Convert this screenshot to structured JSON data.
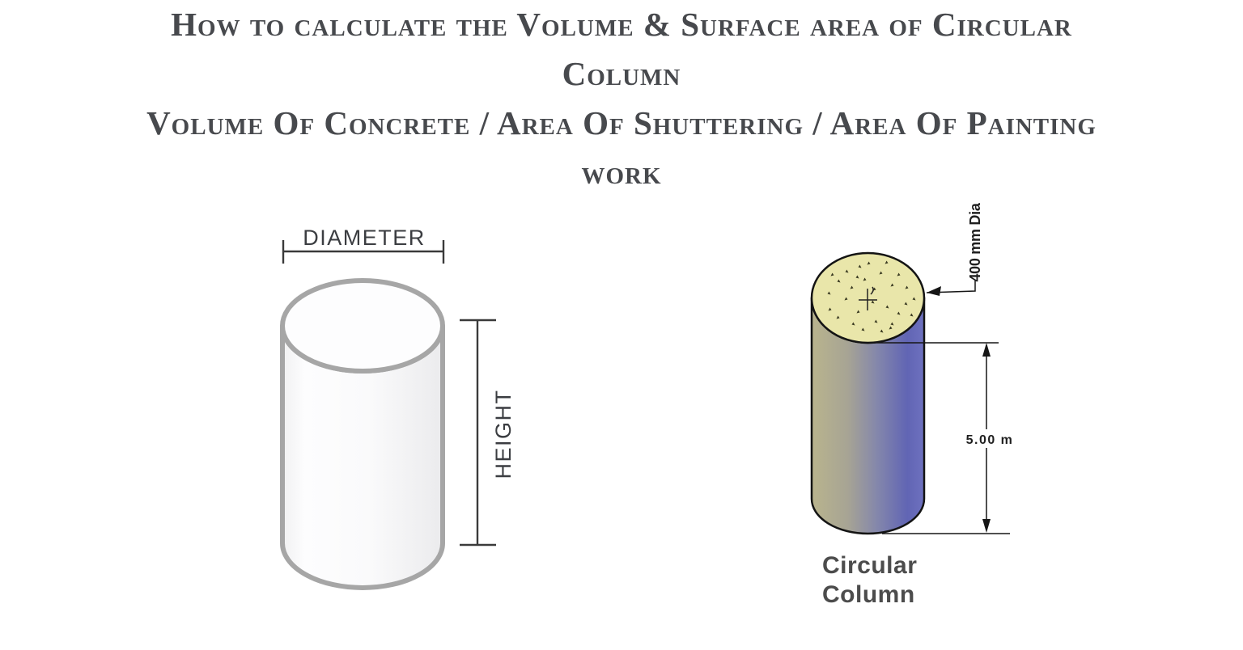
{
  "title": {
    "lines": [
      "How to calculate the Volume & Surface area of Circular",
      "Column",
      "Volume Of Concrete / Area Of Shuttering / Area Of Painting",
      "work"
    ],
    "color": "#47494d"
  },
  "left_diagram": {
    "diameter_label": "DIAMETER",
    "height_label": "HEIGHT",
    "colors": {
      "outline": "#a6a6a6",
      "dimension_lines": "#3a3a3a"
    }
  },
  "right_diagram": {
    "diameter_annotation": "400 mm Dia",
    "height_annotation": "5.00 m",
    "caption_lines": [
      "Circular",
      "Column"
    ],
    "colors": {
      "top_face": "#e9e6aa",
      "speckle": "#3b3b22",
      "body_left": "#b9b48d",
      "body_mid": "#8487ab",
      "body_right": "#6165b4",
      "body_edge": "#6e71bf",
      "outline": "#141414",
      "caption_text": "#4c4c4c"
    }
  }
}
